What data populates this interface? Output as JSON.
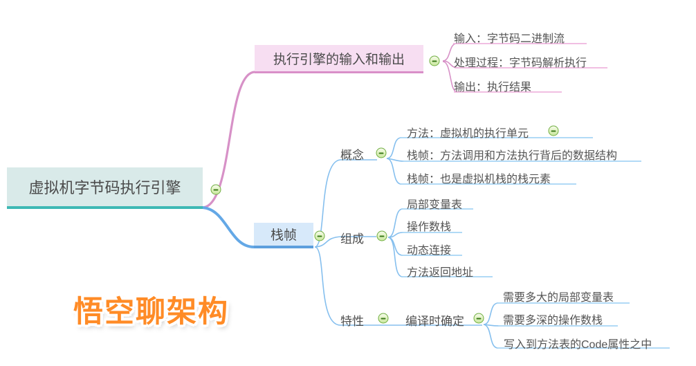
{
  "root": {
    "label": "虚拟机字节码执行引擎"
  },
  "branches": [
    {
      "label": "执行引擎的输入和输出",
      "children": [
        {
          "label": "输入：字节码二进制流"
        },
        {
          "label": "处理过程：字节码解析执行"
        },
        {
          "label": "输出：执行结果"
        }
      ]
    },
    {
      "label": "栈帧",
      "children": [
        {
          "label": "概念",
          "children": [
            {
              "label": "方法：虚拟机的执行单元",
              "collapsed": true
            },
            {
              "label": "栈帧：方法调用和方法执行背后的数据结构"
            },
            {
              "label": "栈帧：也是虚拟机栈的栈元素"
            }
          ]
        },
        {
          "label": "组成",
          "children": [
            {
              "label": "局部变量表"
            },
            {
              "label": "操作数栈"
            },
            {
              "label": "动态连接"
            },
            {
              "label": "方法返回地址"
            }
          ]
        },
        {
          "label": "特性",
          "children": [
            {
              "label": "编译时确定",
              "children": [
                {
                  "label": "需要多大的局部变量表"
                },
                {
                  "label": "需要多深的操作数栈"
                },
                {
                  "label": "写入到方法表的Code属性之中"
                }
              ]
            }
          ]
        }
      ]
    }
  ],
  "watermark": {
    "text": "悟空聊架构"
  },
  "icons": {
    "collapse": "minus-in-circle"
  },
  "colors": {
    "root_fill": "#d9eae9",
    "root_accent": "#3db8b4",
    "pink_fill": "#f7def2",
    "pink_accent": "#d98fc8",
    "pink_curve": "#d791c7",
    "pink_underline": "#efb5de",
    "blue_fill": "#d7e9fa",
    "blue_accent": "#5d9fdd",
    "blue_curve": "#85bfee",
    "blue_underline": "#a6d5f5",
    "blue_main_curve": "#64a8e6",
    "collapse_green": "#6fae3f",
    "watermark_orange": "#ff8b26",
    "text": "#4f4f4f"
  }
}
